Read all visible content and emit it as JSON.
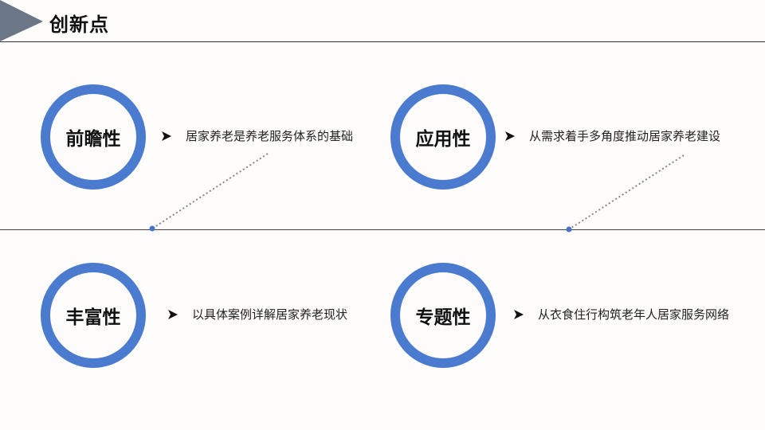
{
  "header": {
    "title": "创新点"
  },
  "colors": {
    "accent": "#4a7bcf",
    "header_arrow": "#6b7686",
    "dot": "#4a72c4"
  },
  "cards": [
    {
      "label": "前瞻性",
      "text": "居家养老是养老服务体系的基础"
    },
    {
      "label": "应用性",
      "text": "从需求着手多角度推动居家养老建设"
    },
    {
      "label": "丰富性",
      "text": "以具体案例详解居家养老现状"
    },
    {
      "label": "专题性",
      "text": "从衣食住行构筑老年人居家服务网络"
    }
  ],
  "icons": {
    "bullet": "arrowhead-bullet-icon"
  }
}
